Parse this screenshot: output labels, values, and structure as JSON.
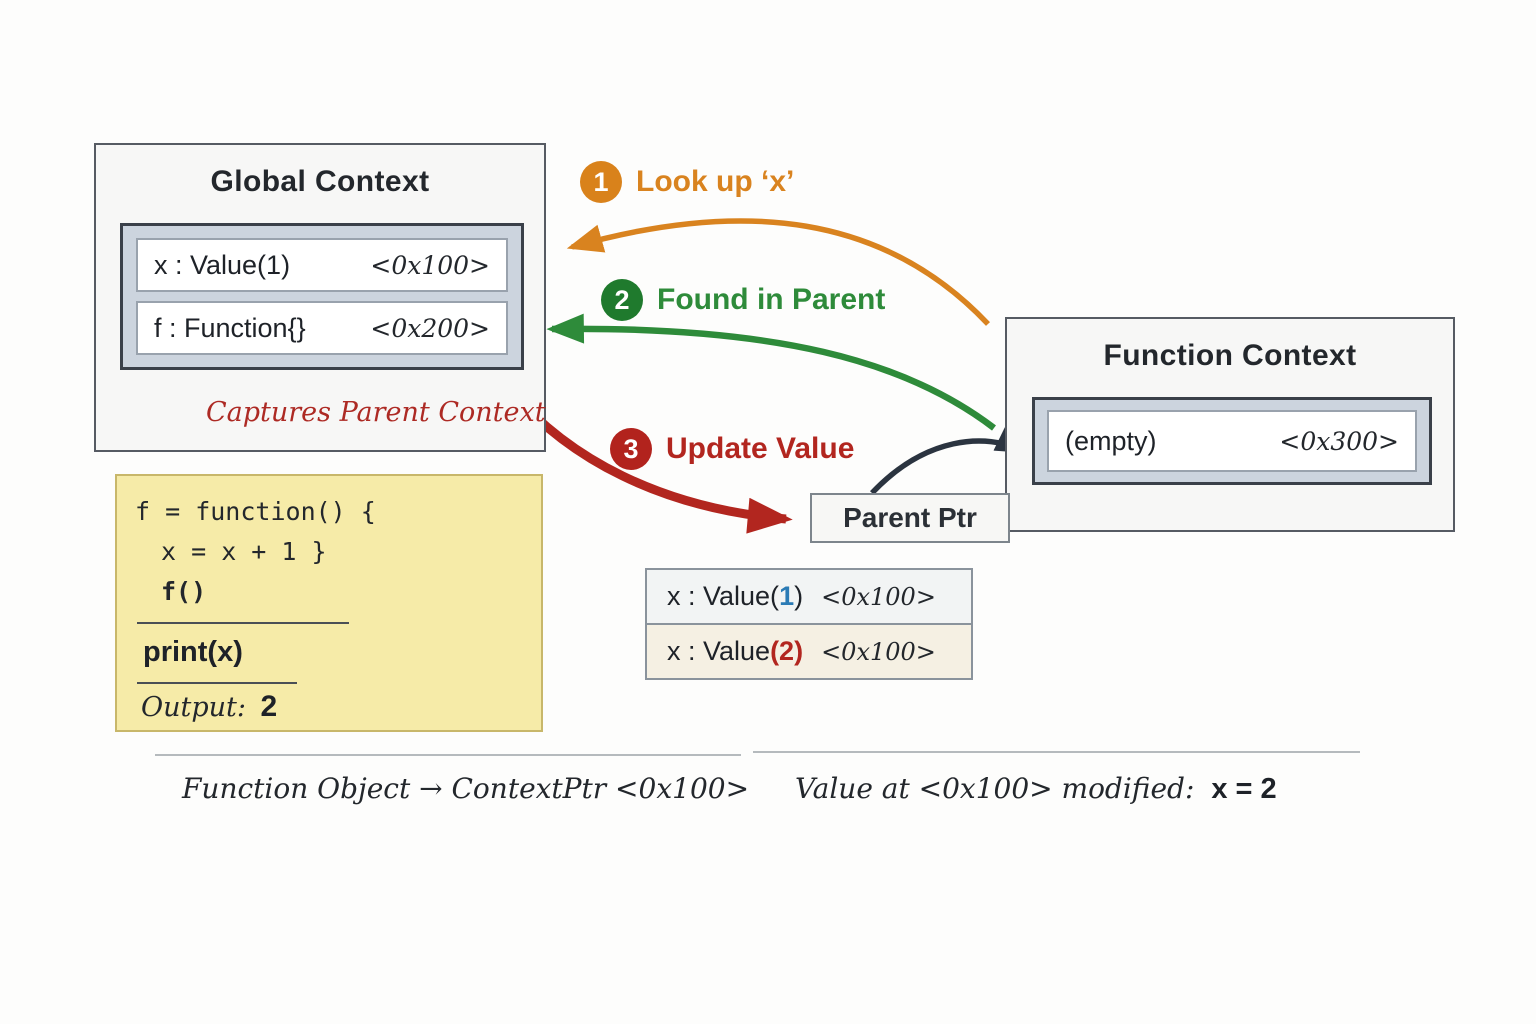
{
  "global_context": {
    "title": "Global Context",
    "rows": [
      {
        "label": "x : Value(1)",
        "addr": "<0x100>"
      },
      {
        "label": "f : Function{}",
        "addr": "<0x200>"
      }
    ],
    "captures_note": "Captures Parent Context"
  },
  "function_context": {
    "title": "Function Context",
    "rows": [
      {
        "label": "(empty)",
        "addr": "<0x300>"
      }
    ]
  },
  "parent_ptr": {
    "label": "Parent Ptr"
  },
  "steps": [
    {
      "num": "1",
      "label": "Look up ‘x’",
      "badge_color": "#d9821b",
      "label_color": "#d9831f"
    },
    {
      "num": "2",
      "label": "Found in Parent",
      "badge_color": "#1f7a2d",
      "label_color": "#2e8b3a"
    },
    {
      "num": "3",
      "label": "Update Value",
      "badge_color": "#b2231d",
      "label_color": "#b2261f"
    }
  ],
  "code_box": {
    "line1": "f = function() {",
    "line2": "x = x + 1 }",
    "line3": "f()",
    "print_line": "print(x)",
    "output_label": "Output:",
    "output_value": "2"
  },
  "value_table": {
    "rows": [
      {
        "pre": "x : Value(",
        "num": "1",
        "post": ")",
        "addr": "<0x100>",
        "num_color": "#2b7bb5"
      },
      {
        "pre": "x : Value",
        "num": "(2)",
        "post": "",
        "addr": "<0x100>",
        "num_color": "#b2261f"
      }
    ]
  },
  "footnotes": {
    "left": "Function Object → ContextPtr  <0x100>",
    "right_prefix": "Value at <0x100> modified:",
    "right_result": "x = 2"
  },
  "colors": {
    "orange_arrow": "#d9831f",
    "green_arrow": "#2e8b3a",
    "red_arrow": "#b2261f",
    "dark_arrow": "#2b3440",
    "blue_value": "#2b7bb5",
    "note_red": "#ad2a24",
    "yellow_box": "#f6eba8"
  }
}
